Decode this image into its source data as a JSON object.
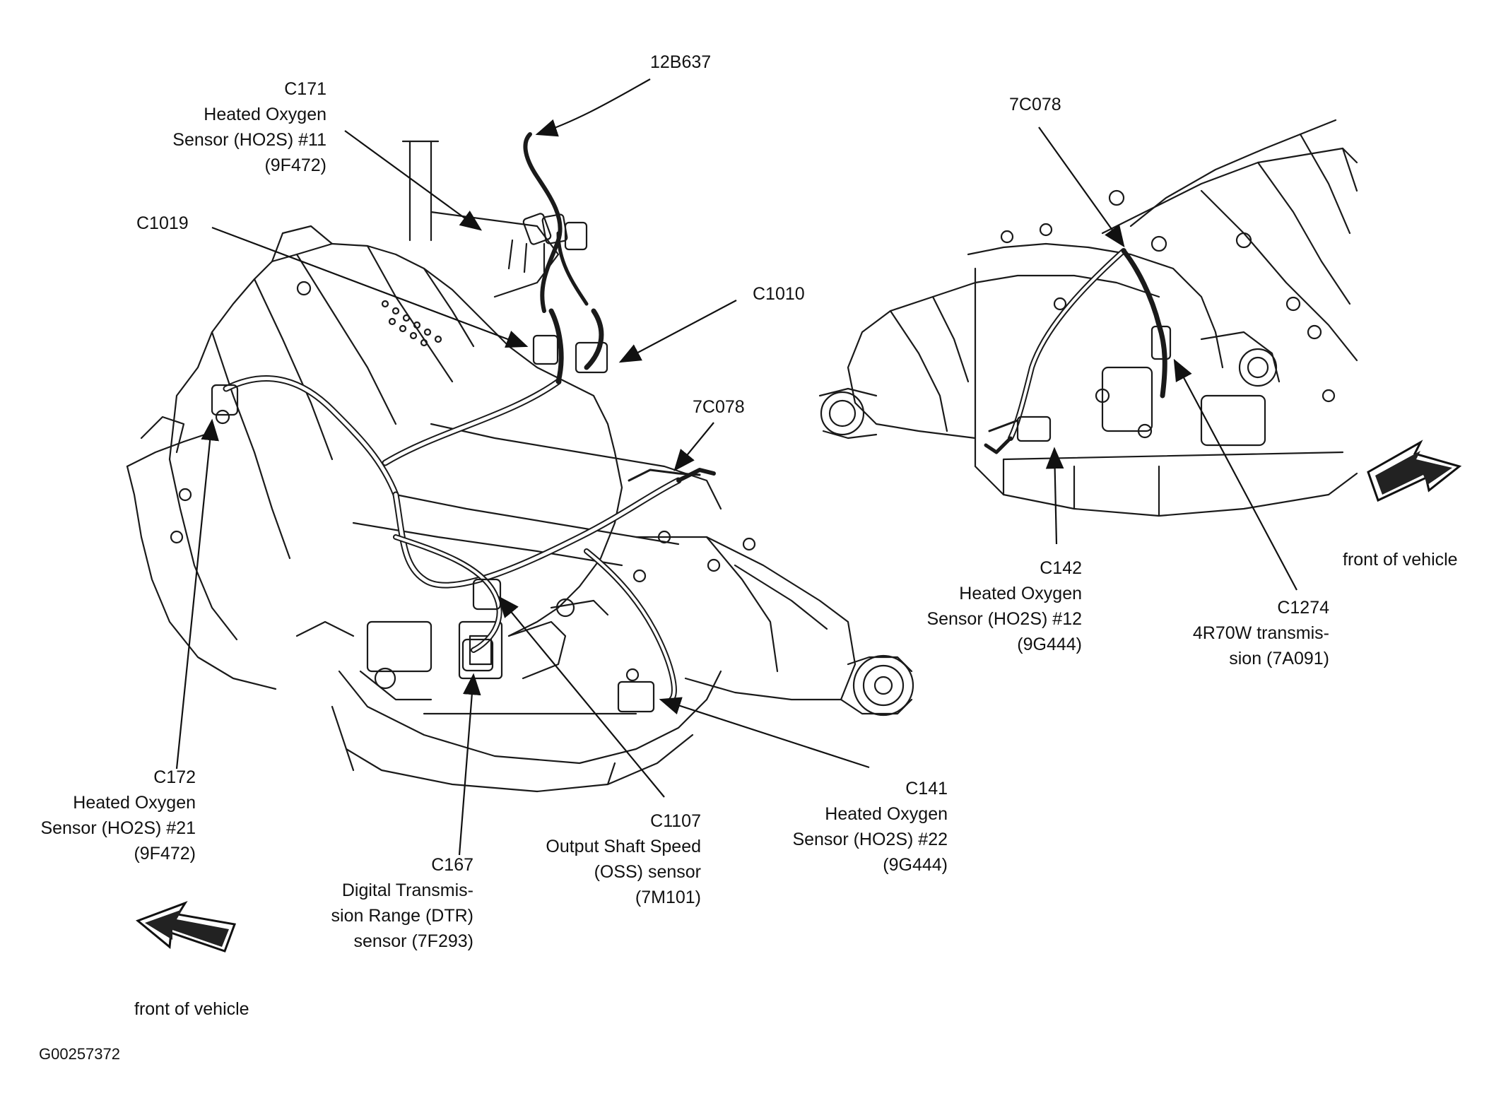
{
  "labels": {
    "c171": [
      "C171",
      "Heated Oxygen",
      "Sensor (HO2S) #11",
      "(9F472)"
    ],
    "p12b637": [
      "12B637"
    ],
    "c1019": [
      "C1019"
    ],
    "c1010": [
      "C1010"
    ],
    "p7c078_left": [
      "7C078"
    ],
    "c172": [
      "C172",
      "Heated Oxygen",
      "Sensor (HO2S) #21",
      "(9F472)"
    ],
    "c167": [
      "C167",
      "Digital Transmis-",
      "sion Range (DTR)",
      "sensor (7F293)"
    ],
    "c1107": [
      "C1107",
      "Output Shaft Speed",
      "(OSS) sensor",
      "(7M101)"
    ],
    "c141": [
      "C141",
      "Heated Oxygen",
      "Sensor (HO2S) #22",
      "(9G444)"
    ],
    "p7c078_right": [
      "7C078"
    ],
    "c142": [
      "C142",
      "Heated Oxygen",
      "Sensor (HO2S) #12",
      "(9G444)"
    ],
    "c1274": [
      "C1274",
      "4R70W transmis-",
      "sion (7A091)"
    ]
  },
  "direction_left": "front of vehicle",
  "direction_right": "front of vehicle",
  "figure_id": "G00257372"
}
